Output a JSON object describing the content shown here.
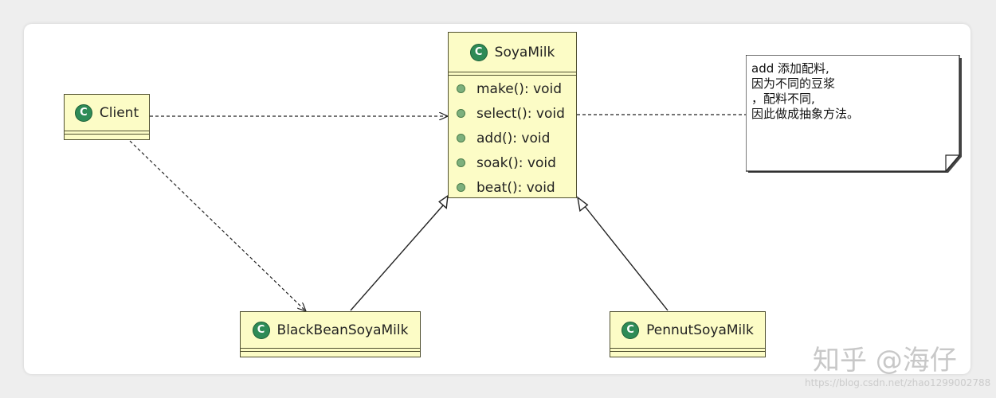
{
  "classes": {
    "soyamilk": {
      "name": "SoyaMilk",
      "icon": "C",
      "methods": [
        "make(): void",
        "select(): void",
        "add(): void",
        "soak(): void",
        "beat(): void"
      ]
    },
    "client": {
      "name": "Client",
      "icon": "C"
    },
    "blackbean": {
      "name": "BlackBeanSoyaMilk",
      "icon": "C"
    },
    "pennut": {
      "name": "PennutSoyaMilk",
      "icon": "C"
    }
  },
  "note": {
    "lines": [
      "add 添加配料,",
      "因为不同的豆浆",
      "，配料不同,",
      "因此做成抽象方法。"
    ]
  },
  "watermark": {
    "text": "知乎 @海仔",
    "url": "https://blog.csdn.net/zhao1299002788"
  },
  "colors": {
    "class_fill": "#fcfcc6",
    "class_border": "#505030",
    "class_icon": "#2e8b57",
    "method_dot": "#7db07d"
  }
}
